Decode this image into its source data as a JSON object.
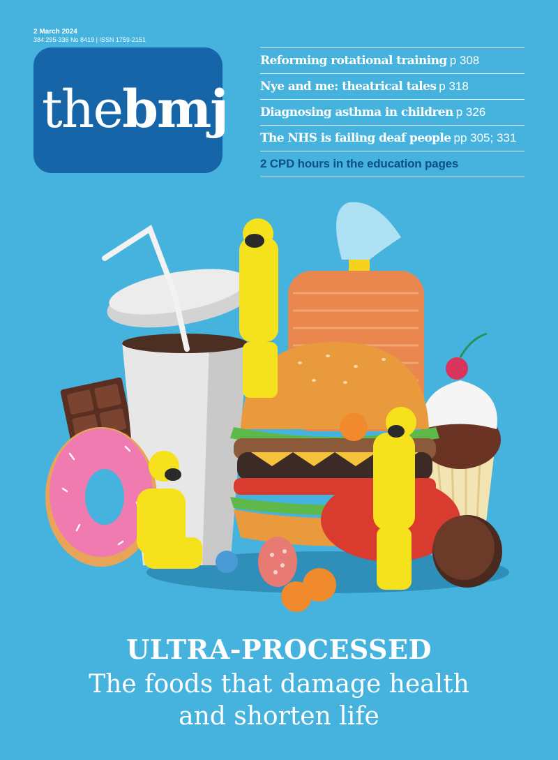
{
  "issue": {
    "date": "2 March 2024",
    "meta": "384:295-336 No 8419 | ISSN 1759-2151"
  },
  "logo": {
    "the": "the",
    "bmj": "bmj"
  },
  "contents": [
    {
      "title": "Reforming rotational training",
      "pages": "p 308"
    },
    {
      "title": "Nye and me: theatrical tales",
      "pages": "p 318"
    },
    {
      "title": "Diagnosing asthma in children",
      "pages": "p 326"
    },
    {
      "title": "The NHS is failing deaf people",
      "pages": "pp 305; 331"
    },
    {
      "title": "2 CPD hours in the education pages",
      "pages": ""
    }
  ],
  "cover": {
    "headline": "ULTRA-PROCESSED",
    "subhead_line1": "The foods that damage health",
    "subhead_line2": "and shorten life"
  },
  "colors": {
    "background": "#45b3de",
    "logo_box": "#1565a8",
    "cpd_text": "#0d4f8c",
    "hazmat_suit": "#f5e21c"
  },
  "illustration_icons": [
    "soda-cup-icon",
    "straw-icon",
    "sliced-bread-icon",
    "burger-icon",
    "donut-icon",
    "chocolate-bar-icon",
    "cupcake-icon",
    "cookie-icon",
    "sausage-slice-icon",
    "nugget-icon",
    "hazmat-worker-icon"
  ]
}
